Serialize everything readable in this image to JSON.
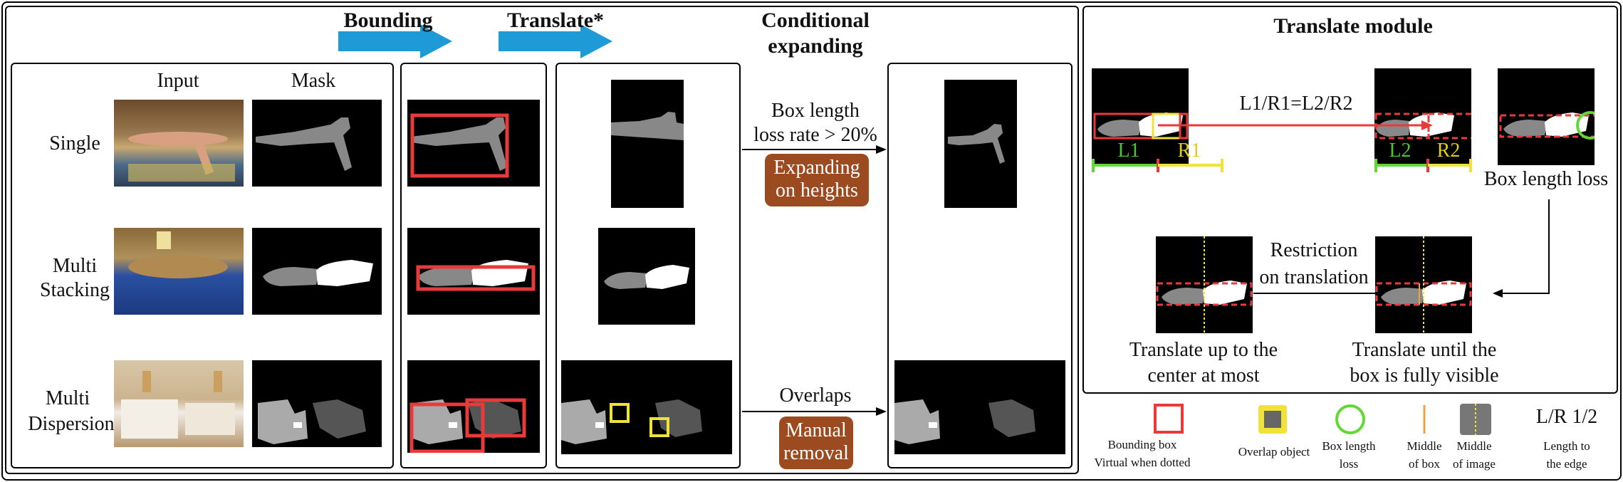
{
  "steps": {
    "bounding": "Bounding",
    "translate": "Translate*",
    "conditional_line1": "Conditional",
    "conditional_line2": "expanding"
  },
  "columns": {
    "input": "Input",
    "mask": "Mask"
  },
  "rows": {
    "single": "Single",
    "multi_stacking_1": "Multi",
    "multi_stacking_2": "Stacking",
    "multi_dispersion_1": "Multi",
    "multi_dispersion_2": "Dispersion"
  },
  "conditions": {
    "box_loss_1": "Box length",
    "box_loss_2": "loss rate > 20%",
    "expand_1": "Expanding",
    "expand_2": "on heights",
    "overlaps": "Overlaps",
    "removal_1": "Manual",
    "removal_2": "removal"
  },
  "translate_module": {
    "title": "Translate module",
    "ratio": "L1/R1=L2/R2",
    "l1": "L1",
    "r1": "R1",
    "l2": "L2",
    "r2": "R2",
    "box_length_loss": "Box length loss",
    "restriction_1": "Restriction",
    "restriction_2": "on translation",
    "left_caption_1": "Translate up to the",
    "left_caption_2": "center at most",
    "right_caption_1": "Translate until the",
    "right_caption_2": "box is fully visible"
  },
  "legend": {
    "bbox_1": "Bounding box",
    "bbox_2": "Virtual when dotted",
    "overlap": "Overlap object",
    "loss_1": "Box length",
    "loss_2": "loss",
    "mid_box_1": "Middle",
    "mid_box_2": "of box",
    "mid_img_1": "Middle",
    "mid_img_2": "of image",
    "lr_symbol": "L/R 1/2",
    "lr_1": "Length to",
    "lr_2": "the edge"
  },
  "colors": {
    "arrow_blue": "#1e9ad6",
    "red": "#e8393b",
    "yellow": "#f1e23a",
    "green": "#62d836",
    "brown": "#9c4a1f",
    "orange": "#f0a13b"
  }
}
